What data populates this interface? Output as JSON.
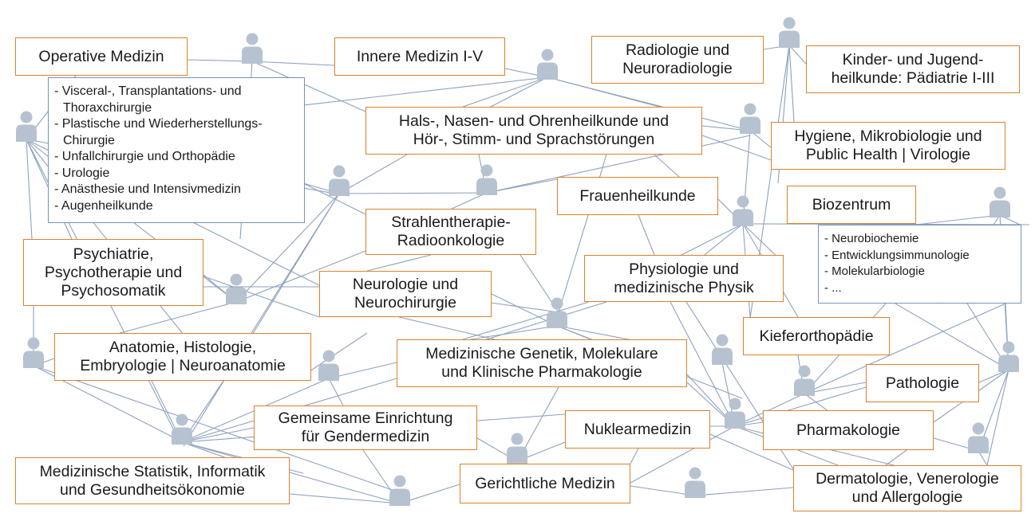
{
  "colors": {
    "connector": "#8da2bd",
    "person": "#b7c2d0",
    "box_border": "#d9822b",
    "list_border": "#7a93b3"
  },
  "icons": {
    "person": "person-silhouette-icon"
  },
  "departments": {
    "operative_medizin": "Operative Medizin",
    "innere_medizin": "Innere Medizin I-V",
    "radiologie": "Radiologie und\nNeuroradiologie",
    "kinder_jugend": "Kinder- und Jugend-\nheilkunde: Pädiatrie I-III",
    "hno": "Hals-, Nasen- und Ohrenheilkunde und\nHör-, Stimm- und Sprachstörungen",
    "hygiene": "Hygiene, Mikrobiologie und\nPublic Health |  Virologie",
    "frauenheilkunde": "Frauenheilkunde",
    "biozentrum": "Biozentrum",
    "strahlentherapie": "Strahlentherapie-\nRadioonkologie",
    "psychiatrie": "Psychiatrie,\nPsychotherapie und\nPsychosomatik",
    "physiologie": "Physiologie und\nmedizinische Physik",
    "neurologie": "Neurologie und\nNeurochirurgie",
    "kieferorthopaedie": "Kieferorthopädie",
    "anatomie": "Anatomie, Histologie,\nEmbryologie | Neuroanatomie",
    "genetik": "Medizinische Genetik, Molekulare\nund Klinische Pharmakologie",
    "pathologie": "Pathologie",
    "gendermedizin": "Gemeinsame Einrichtung\nfür Gendermedizin",
    "nuklearmedizin": "Nuklearmedizin",
    "pharmakologie": "Pharmakologie",
    "statistik": "Medizinische Statistik, Informatik\nund Gesundheitsökonomie",
    "gerichtliche": "Gerichtliche Medizin",
    "dermatologie": "Dermatologie, Venerologie\nund Allergologie"
  },
  "operative_sublist": [
    "Visceral-, Transplantations- und Thoraxchirurgie",
    "Plastische und Wiederherstellungs-Chirurgie",
    "Unfallchirurgie und Orthopädie",
    "Urologie",
    "Anästhesie und Intensivmedizin",
    "Augenheilkunde"
  ],
  "biozentrum_sublist": [
    "Neurobiochemie",
    "Entwicklungsimmunologie",
    "Molekularbiologie",
    " ..."
  ]
}
